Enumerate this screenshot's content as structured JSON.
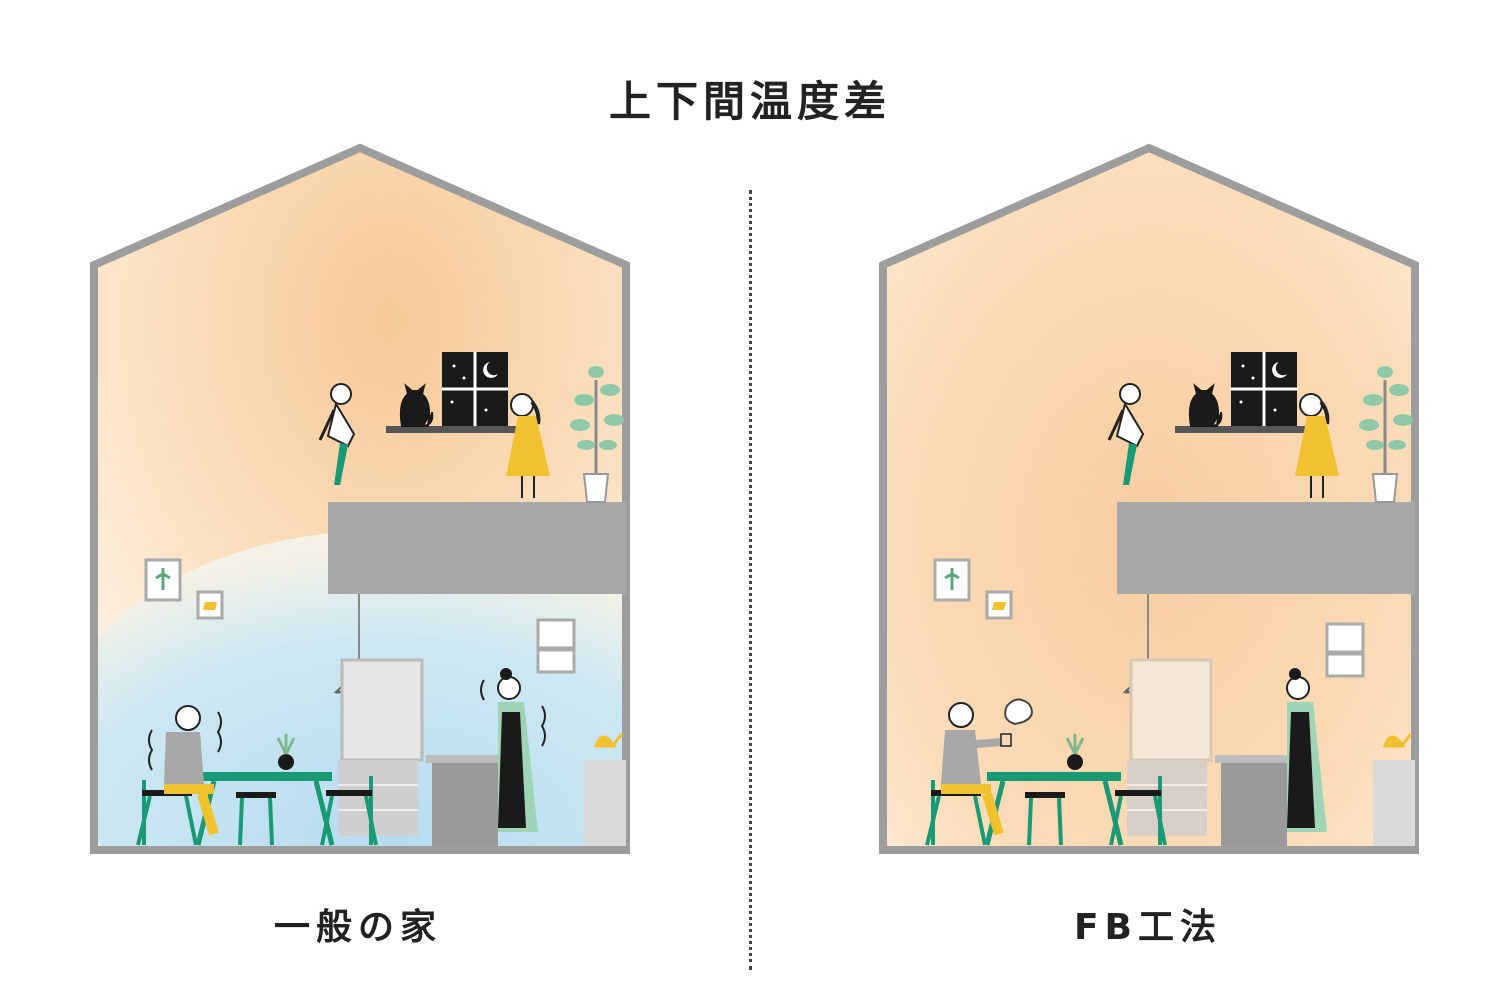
{
  "title": "上下間温度差",
  "left_house": {
    "caption": "一般の家"
  },
  "right_house": {
    "caption": "FB工法"
  },
  "colors": {
    "warm": "#f8cfa2",
    "warm_light": "#fdf0de",
    "cool": "#bcdff0",
    "wall": "#9d9d9d",
    "floor": "#a8a8a8",
    "green": "#1a9a74",
    "yellow": "#f2c12f",
    "black": "#1a1a1a"
  },
  "icons": [
    "moon-icon",
    "star-icon",
    "cat-icon",
    "dog-icon",
    "plant-icon",
    "kettle-icon",
    "lamp-icon",
    "speech-bubble-icon"
  ]
}
